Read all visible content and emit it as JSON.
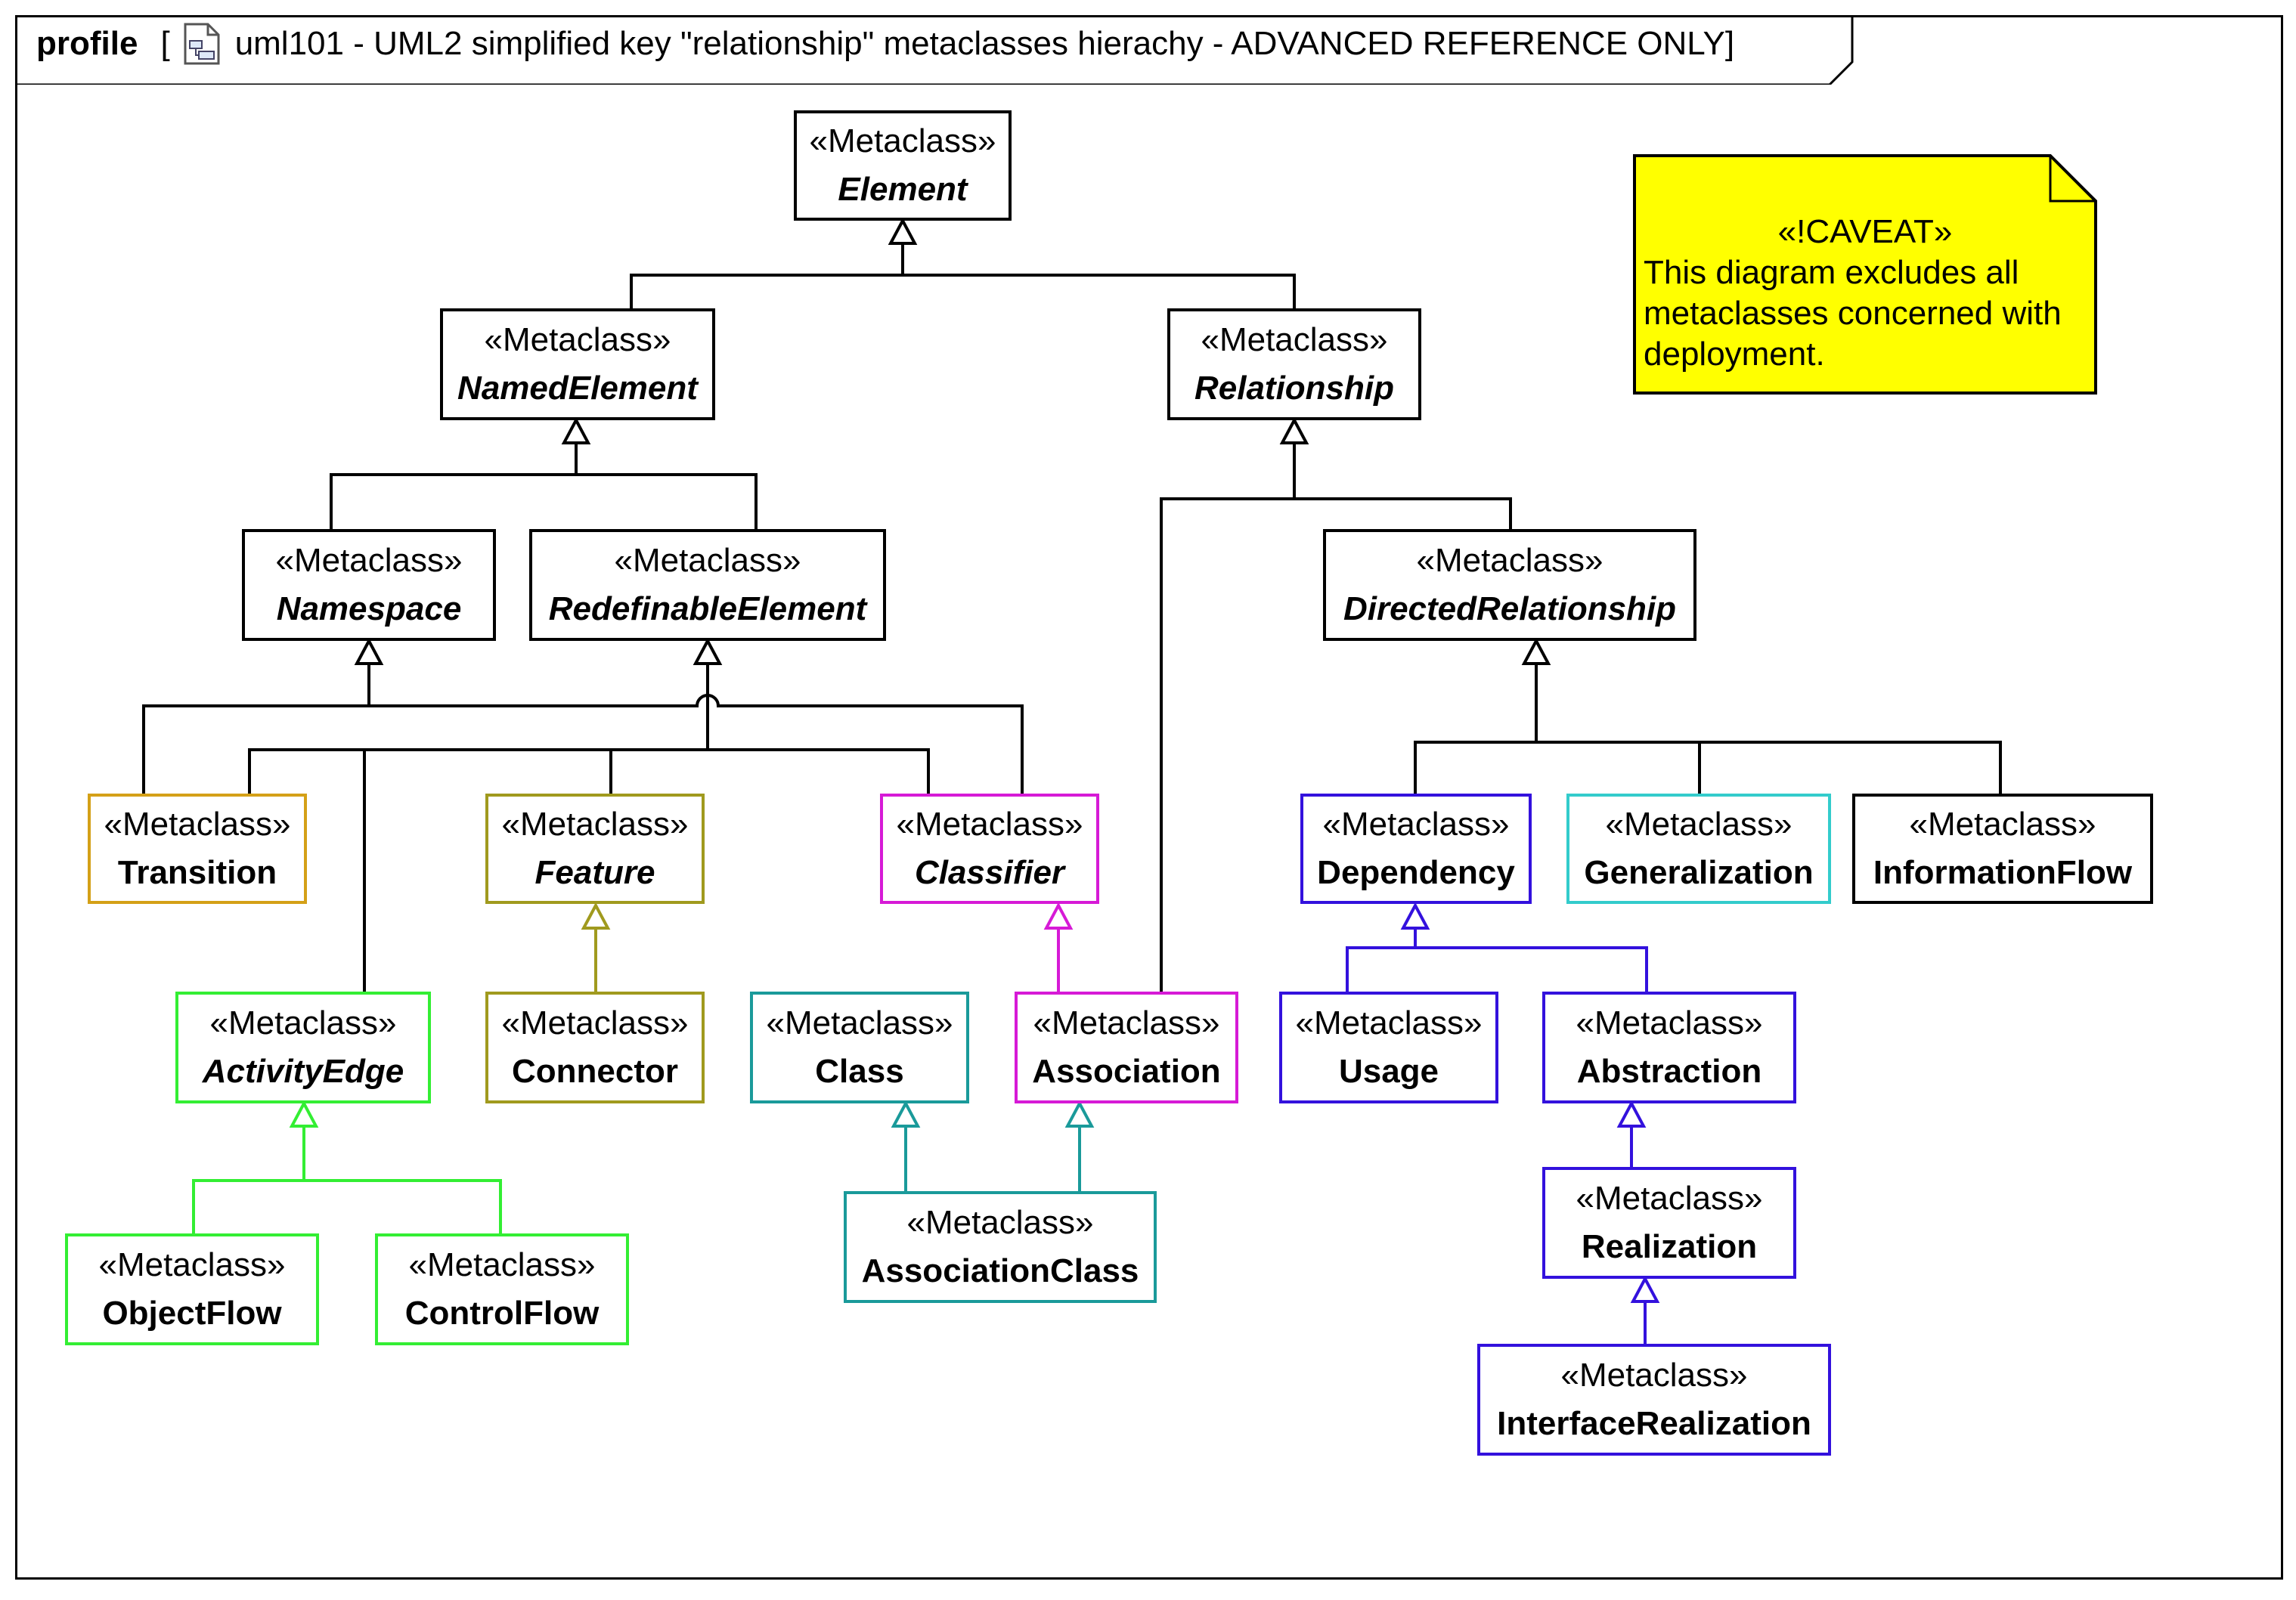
{
  "frame": {
    "kind": "profile",
    "open_bracket": "[",
    "title": "uml101 - UML2 simplified key \"relationship\" metaclasses hierachy - ADVANCED REFERENCE ONLY]",
    "icon": "diagram-icon"
  },
  "note": {
    "stereotype": "«!CAVEAT»",
    "text": "This diagram excludes all metaclasses concerned with deployment.",
    "color": "#ffff00"
  },
  "colors": {
    "black": "#000000",
    "orange": "#d4a017",
    "olive": "#a09a1e",
    "magenta": "#d61ad6",
    "green": "#33ee33",
    "teal": "#1a9a9a",
    "cyan": "#33cccc",
    "blue": "#3311dd"
  },
  "nodes": [
    {
      "id": "element",
      "stereotype": "«Metaclass»",
      "name": "Element",
      "abstract": true,
      "color": "#000000"
    },
    {
      "id": "namedelement",
      "stereotype": "«Metaclass»",
      "name": "NamedElement",
      "abstract": true,
      "color": "#000000"
    },
    {
      "id": "relationship",
      "stereotype": "«Metaclass»",
      "name": "Relationship",
      "abstract": true,
      "color": "#000000"
    },
    {
      "id": "namespace",
      "stereotype": "«Metaclass»",
      "name": "Namespace",
      "abstract": true,
      "color": "#000000"
    },
    {
      "id": "redefinableelement",
      "stereotype": "«Metaclass»",
      "name": "RedefinableElement",
      "abstract": true,
      "color": "#000000"
    },
    {
      "id": "directedrelationship",
      "stereotype": "«Metaclass»",
      "name": "DirectedRelationship",
      "abstract": true,
      "color": "#000000"
    },
    {
      "id": "transition",
      "stereotype": "«Metaclass»",
      "name": "Transition",
      "abstract": false,
      "color": "#d4a017"
    },
    {
      "id": "feature",
      "stereotype": "«Metaclass»",
      "name": "Feature",
      "abstract": true,
      "color": "#a09a1e"
    },
    {
      "id": "classifier",
      "stereotype": "«Metaclass»",
      "name": "Classifier",
      "abstract": true,
      "color": "#d61ad6"
    },
    {
      "id": "dependency",
      "stereotype": "«Metaclass»",
      "name": "Dependency",
      "abstract": false,
      "color": "#3311dd"
    },
    {
      "id": "generalization",
      "stereotype": "«Metaclass»",
      "name": "Generalization",
      "abstract": false,
      "color": "#33cccc"
    },
    {
      "id": "informationflow",
      "stereotype": "«Metaclass»",
      "name": "InformationFlow",
      "abstract": false,
      "color": "#000000"
    },
    {
      "id": "activityedge",
      "stereotype": "«Metaclass»",
      "name": "ActivityEdge",
      "abstract": true,
      "color": "#33ee33"
    },
    {
      "id": "connector",
      "stereotype": "«Metaclass»",
      "name": "Connector",
      "abstract": false,
      "color": "#a09a1e"
    },
    {
      "id": "class",
      "stereotype": "«Metaclass»",
      "name": "Class",
      "abstract": false,
      "color": "#1a9a9a"
    },
    {
      "id": "association",
      "stereotype": "«Metaclass»",
      "name": "Association",
      "abstract": false,
      "color": "#d61ad6"
    },
    {
      "id": "usage",
      "stereotype": "«Metaclass»",
      "name": "Usage",
      "abstract": false,
      "color": "#3311dd"
    },
    {
      "id": "abstraction",
      "stereotype": "«Metaclass»",
      "name": "Abstraction",
      "abstract": false,
      "color": "#3311dd"
    },
    {
      "id": "objectflow",
      "stereotype": "«Metaclass»",
      "name": "ObjectFlow",
      "abstract": false,
      "color": "#33ee33"
    },
    {
      "id": "controlflow",
      "stereotype": "«Metaclass»",
      "name": "ControlFlow",
      "abstract": false,
      "color": "#33ee33"
    },
    {
      "id": "associationclass",
      "stereotype": "«Metaclass»",
      "name": "AssociationClass",
      "abstract": false,
      "color": "#1a9a9a"
    },
    {
      "id": "realization",
      "stereotype": "«Metaclass»",
      "name": "Realization",
      "abstract": false,
      "color": "#3311dd"
    },
    {
      "id": "interfacerealization",
      "stereotype": "«Metaclass»",
      "name": "InterfaceRealization",
      "abstract": false,
      "color": "#3311dd"
    }
  ],
  "generalizations": [
    {
      "child": "namedelement",
      "parent": "element"
    },
    {
      "child": "relationship",
      "parent": "element"
    },
    {
      "child": "namespace",
      "parent": "namedelement"
    },
    {
      "child": "redefinableelement",
      "parent": "namedelement"
    },
    {
      "child": "directedrelationship",
      "parent": "relationship"
    },
    {
      "child": "association",
      "parent": "relationship"
    },
    {
      "child": "transition",
      "parent": "namespace"
    },
    {
      "child": "transition",
      "parent": "redefinableelement"
    },
    {
      "child": "activityedge",
      "parent": "redefinableelement"
    },
    {
      "child": "feature",
      "parent": "redefinableelement"
    },
    {
      "child": "classifier",
      "parent": "redefinableelement"
    },
    {
      "child": "classifier",
      "parent": "namespace"
    },
    {
      "child": "connector",
      "parent": "feature"
    },
    {
      "child": "association",
      "parent": "classifier"
    },
    {
      "child": "objectflow",
      "parent": "activityedge"
    },
    {
      "child": "controlflow",
      "parent": "activityedge"
    },
    {
      "child": "associationclass",
      "parent": "class"
    },
    {
      "child": "associationclass",
      "parent": "association"
    },
    {
      "child": "dependency",
      "parent": "directedrelationship"
    },
    {
      "child": "generalization",
      "parent": "directedrelationship"
    },
    {
      "child": "informationflow",
      "parent": "directedrelationship"
    },
    {
      "child": "usage",
      "parent": "dependency"
    },
    {
      "child": "abstraction",
      "parent": "dependency"
    },
    {
      "child": "realization",
      "parent": "abstraction"
    },
    {
      "child": "interfacerealization",
      "parent": "realization"
    }
  ]
}
